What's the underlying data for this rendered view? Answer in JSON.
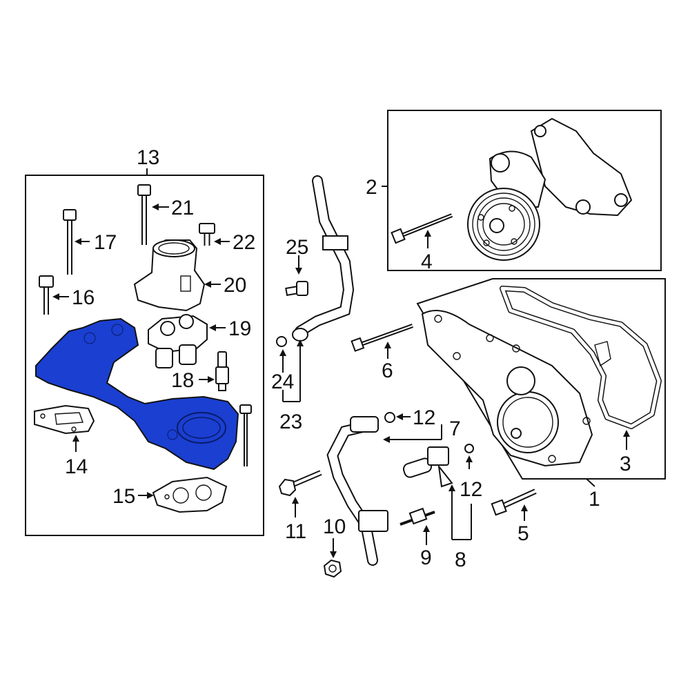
{
  "highlight_color": "#1a3fd1",
  "callouts": {
    "c1": "1",
    "c2": "2",
    "c3": "3",
    "c4": "4",
    "c5": "5",
    "c6": "6",
    "c7": "7",
    "c8": "8",
    "c9": "9",
    "c10": "10",
    "c11": "11",
    "c12a": "12",
    "c12b": "12",
    "c13": "13",
    "c14": "14",
    "c15": "15",
    "c16": "16",
    "c17": "17",
    "c18": "18",
    "c19": "19",
    "c20": "20",
    "c21": "21",
    "c22": "22",
    "c23": "23",
    "c24": "24",
    "c25": "25"
  }
}
